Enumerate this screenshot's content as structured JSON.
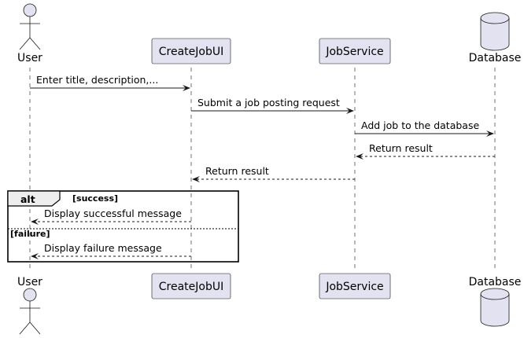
{
  "participants": [
    {
      "id": "user",
      "label": "User",
      "kind": "actor"
    },
    {
      "id": "ui",
      "label": "CreateJobUI",
      "kind": "participant"
    },
    {
      "id": "svc",
      "label": "JobService",
      "kind": "participant"
    },
    {
      "id": "db",
      "label": "Database",
      "kind": "database"
    }
  ],
  "messages": [
    {
      "from": "user",
      "to": "ui",
      "label": "Enter title, description,...",
      "style": "solid"
    },
    {
      "from": "ui",
      "to": "svc",
      "label": "Submit a job posting request",
      "style": "solid"
    },
    {
      "from": "svc",
      "to": "db",
      "label": "Add job to the database",
      "style": "solid"
    },
    {
      "from": "db",
      "to": "svc",
      "label": "Return result",
      "style": "dashed"
    },
    {
      "from": "svc",
      "to": "ui",
      "label": "Return result",
      "style": "dashed"
    }
  ],
  "alt_frame": {
    "keyword": "alt",
    "sections": [
      {
        "guard": "[success]",
        "messages": [
          {
            "from": "ui",
            "to": "user",
            "label": "Display successful message",
            "style": "dashed"
          }
        ]
      },
      {
        "guard": "[failure]",
        "messages": [
          {
            "from": "ui",
            "to": "user",
            "label": "Display failure message",
            "style": "dashed"
          }
        ]
      }
    ]
  },
  "colors": {
    "participant_fill": "#e2e2f0",
    "participant_stroke": "#181818",
    "lifeline": "#707070",
    "frame_tab_fill": "#eeeeee"
  }
}
